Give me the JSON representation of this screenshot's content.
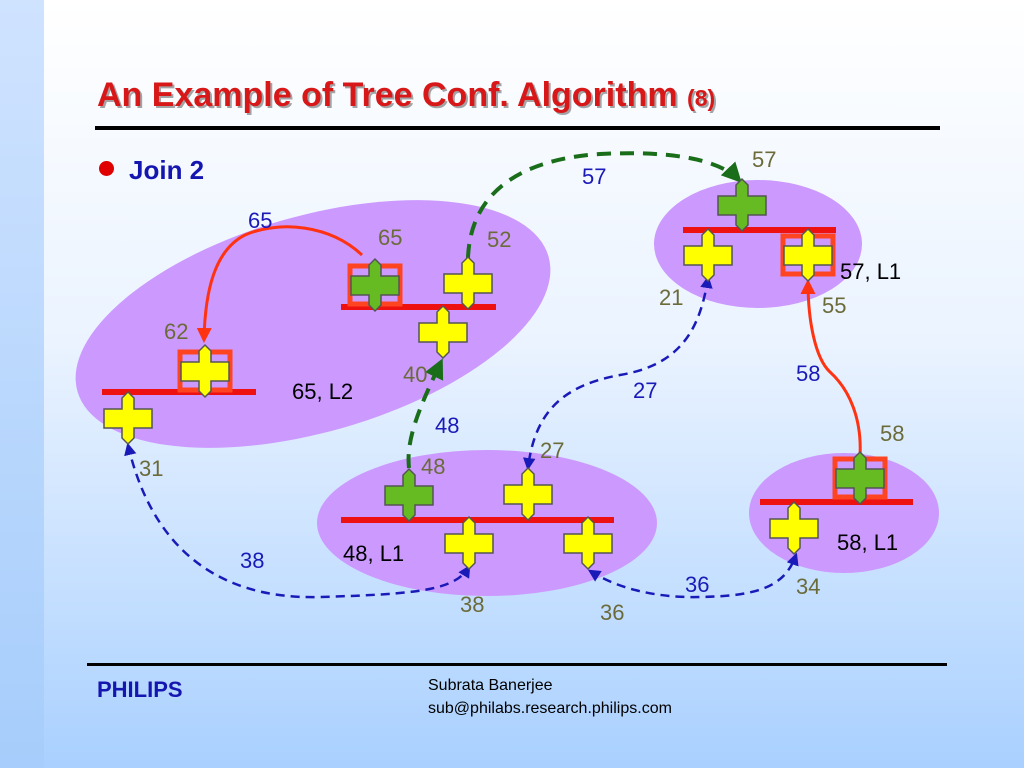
{
  "slide": {
    "title": "An Example of Tree Conf. Algorithm",
    "title_suffix": "(8)",
    "bullet": "Join 2"
  },
  "diagram": {
    "groups": [
      {
        "label": "65, L2",
        "nodes": [
          "62",
          "65",
          "52",
          "40",
          "31"
        ]
      },
      {
        "label": "57, L1",
        "nodes": [
          "57",
          "21",
          "55"
        ]
      },
      {
        "label": "48, L1",
        "nodes": [
          "48",
          "27",
          "38",
          "36"
        ]
      },
      {
        "label": "58, L1",
        "nodes": [
          "58",
          "34"
        ]
      }
    ],
    "node_labels": [
      "65",
      "52",
      "62",
      "40",
      "31",
      "57",
      "21",
      "55",
      "48",
      "27",
      "38",
      "36",
      "58",
      "34"
    ],
    "edge_labels": [
      "65",
      "57",
      "48",
      "27",
      "38",
      "36",
      "58"
    ],
    "colors": {
      "group_fill": "#cc99ff",
      "bus": "#ee1111",
      "node_yellow": "#ffff00",
      "node_green": "#66bb22",
      "node_highlight": "#ff4422",
      "arrow_green": "#1a6e1a",
      "arrow_blue": "#1a1ab8",
      "arrow_red": "#ff3311",
      "label_blue": "#1a1ab8",
      "label_olive": "#6b6b3a"
    }
  },
  "footer": {
    "brand": "PHILIPS",
    "author": "Subrata Banerjee",
    "email": "sub@philabs.research.philips.com"
  }
}
